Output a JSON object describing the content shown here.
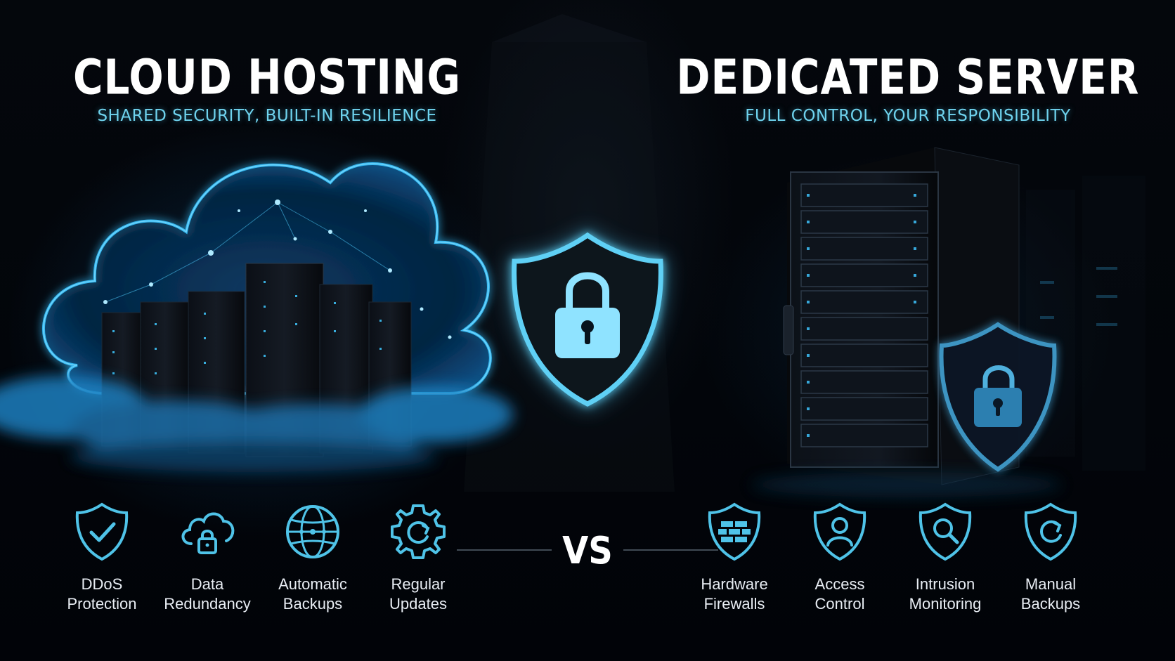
{
  "left": {
    "title": "CLOUD HOSTING",
    "subtitle": "SHARED SECURITY, BUILT-IN RESILIENCE",
    "features": [
      {
        "label": "DDoS\nProtection",
        "icon": "shield-check-icon"
      },
      {
        "label": "Data\nRedundancy",
        "icon": "cloud-lock-icon"
      },
      {
        "label": "Automatic\nBackups",
        "icon": "globe-network-icon"
      },
      {
        "label": "Regular\nUpdates",
        "icon": "gear-refresh-icon"
      }
    ]
  },
  "right": {
    "title": "DEDICATED SERVER",
    "subtitle": "FULL CONTROL, YOUR RESPONSIBILITY",
    "features": [
      {
        "label": "Hardware\nFirewalls",
        "icon": "shield-firewall-icon"
      },
      {
        "label": "Access\nControl",
        "icon": "shield-user-icon"
      },
      {
        "label": "Intrusion\nMonitoring",
        "icon": "shield-search-icon"
      },
      {
        "label": "Manual\nBackups",
        "icon": "shield-refresh-icon"
      }
    ]
  },
  "center": {
    "vs_label": "VS",
    "icon": "shield-padlock-icon"
  },
  "colors": {
    "accent": "#4fc3e8",
    "glow": "#1e9fd8",
    "background": "#02050a",
    "text": "#ffffff"
  }
}
